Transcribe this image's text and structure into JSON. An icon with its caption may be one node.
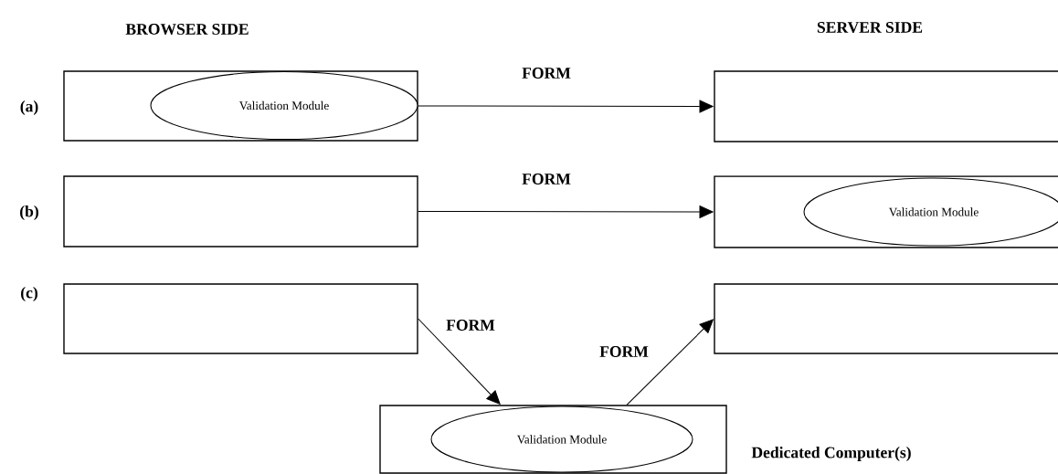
{
  "diagram": {
    "nodes": [
      {
        "text": [],
        "shape": "box"
      },
      {
        "text": [
          "Validation Module"
        ],
        "in": 0
      },
      {
        "text": [],
        "shape": "box"
      },
      {
        "text": [],
        "shape": "box"
      },
      {
        "text": [],
        "shape": "box"
      },
      {
        "text": [
          "Validation Module"
        ],
        "in": 4
      },
      {
        "text": [],
        "shape": "box"
      },
      {
        "text": [],
        "shape": "box"
      },
      {
        "text": [],
        "shape": "box",
        "beside": [
          "Dedicated Computer(s)"
        ]
      },
      {
        "text": [
          "Validation Module"
        ],
        "in": 8
      }
    ],
    "edges": [
      {
        "from": 0,
        "to": 2,
        "arrow": "to",
        "label": "FORM"
      },
      {
        "from": 3,
        "to": 4,
        "arrow": "to",
        "label": "FORM"
      },
      {
        "from": 6,
        "to": 8,
        "arrow": "to",
        "label": "FORM"
      },
      {
        "from": 8,
        "to": 7,
        "arrow": "to",
        "label": "FORM"
      }
    ],
    "labels": [
      "BROWSER SIDE",
      "SERVER SIDE",
      "(a)",
      "(b)",
      "(c)"
    ]
  }
}
